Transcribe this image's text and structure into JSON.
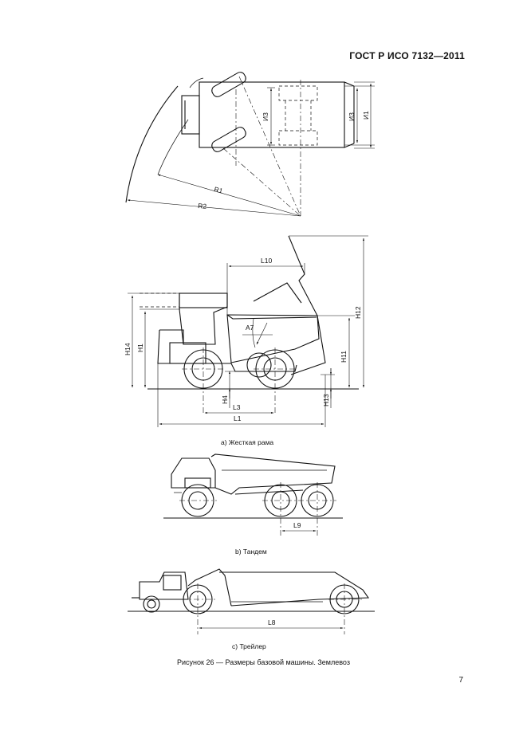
{
  "header": {
    "standard": "ГОСТ Р ИСО 7132—2011"
  },
  "figure_a": {
    "caption": "а)  Жесткая рама",
    "top_view_labels": {
      "w3_inner": "И3",
      "w3_outer": "И3",
      "w1": "И1",
      "r1": "R1",
      "r2": "R2"
    },
    "side_view_labels": {
      "l10": "L10",
      "a7": "A7",
      "h12": "H12",
      "h11": "H11",
      "h14": "H14",
      "h1": "H1",
      "h4": "H4",
      "h13": "H13",
      "l3": "L3",
      "l1": "L1"
    }
  },
  "figure_b": {
    "caption": "b)  Тандем",
    "labels": {
      "l9": "L9"
    }
  },
  "figure_c": {
    "caption": "с)  Трейлер",
    "labels": {
      "l8": "L8"
    }
  },
  "figure_title": "Рисунок 26 — Размеры базовой машины. Землевоз",
  "page_number": "7"
}
